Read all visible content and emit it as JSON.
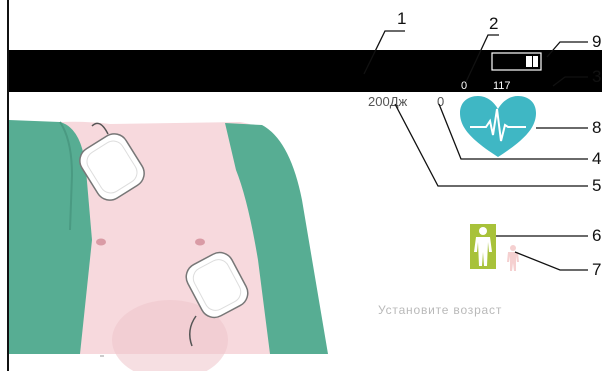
{
  "device": {
    "heart_rate": "117",
    "readout_top": "0",
    "energy": "200Дж",
    "shock_count": "0",
    "battery_icon": "battery-icon",
    "heart_icon": "heart-ecg-icon",
    "adult_icon": "adult-figure-icon",
    "child_icon": "child-figure-icon",
    "age_prompt": "Установите возраст"
  },
  "callouts": [
    "1",
    "2",
    "3",
    "4",
    "5",
    "6",
    "7",
    "8",
    "9"
  ],
  "colors": {
    "jacket": "#57ad93",
    "skin": "#f7d9dd",
    "heart": "#3fb7c4",
    "adult_bg": "#a8c23a"
  }
}
